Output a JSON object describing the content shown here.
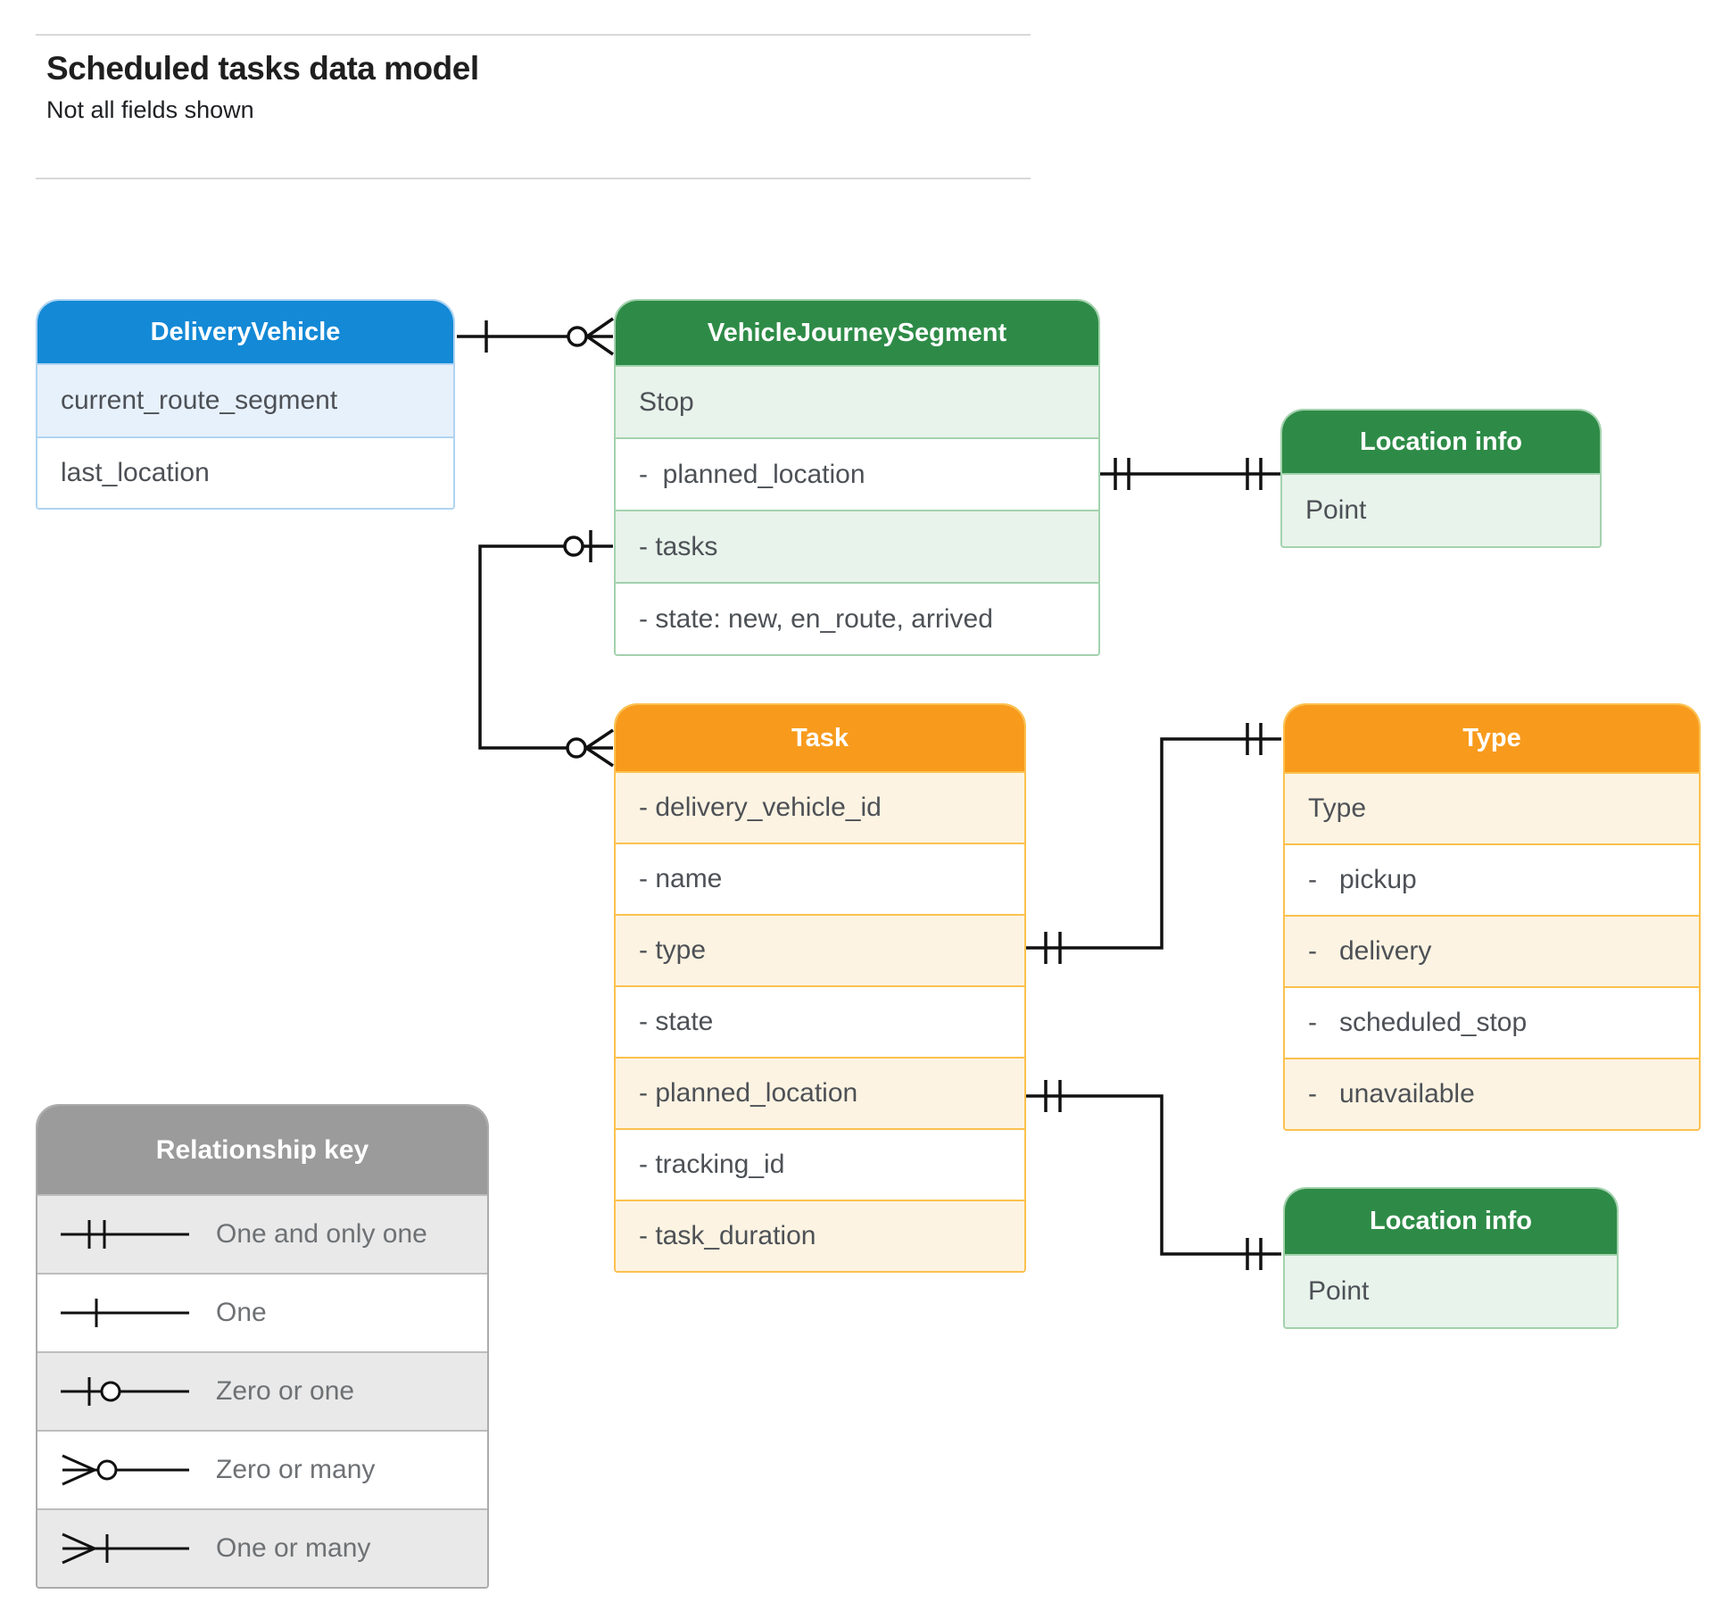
{
  "page": {
    "title": "Scheduled tasks data model",
    "subtitle": "Not all fields shown"
  },
  "colors": {
    "blue_header": "#1489d6",
    "blue_row": "#e7f1fc",
    "blue_border": "#afd4f1",
    "green_header": "#2e8b47",
    "green_row": "#e8f3eb",
    "green_border": "#a3d2ad",
    "orange_header": "#f89b1d",
    "orange_row": "#fdf3e2",
    "orange_border": "#fbc14e",
    "gray_header": "#9b9b9b",
    "gray_row": "#e9e9e9",
    "connector": "#111111",
    "row_text": "#4d5156",
    "title_text": "#1f1f1f"
  },
  "entities": {
    "delivery_vehicle": {
      "title": "DeliveryVehicle",
      "rows": [
        "current_route_segment",
        "last_location"
      ]
    },
    "vehicle_journey_segment": {
      "title": "VehicleJourneySegment",
      "rows": [
        "Stop",
        "-  planned_location",
        "- tasks",
        "- state: new, en_route, arrived"
      ]
    },
    "location_info_top": {
      "title": "Location info",
      "rows": [
        "Point"
      ]
    },
    "task": {
      "title": "Task",
      "rows": [
        "- delivery_vehicle_id",
        "- name",
        "- type",
        "- state",
        "- planned_location",
        "- tracking_id",
        "- task_duration"
      ]
    },
    "type": {
      "title": "Type",
      "rows": [
        "Type",
        "-   pickup",
        "-   delivery",
        "-   scheduled_stop",
        "-   unavailable"
      ]
    },
    "location_info_bottom": {
      "title": "Location info",
      "rows": [
        "Point"
      ]
    }
  },
  "relationships": [
    {
      "from": "DeliveryVehicle",
      "from_cardinality": "one",
      "to": "VehicleJourneySegment",
      "to_cardinality": "zero or many"
    },
    {
      "from": "VehicleJourneySegment.planned_location",
      "from_cardinality": "one and only one",
      "to": "Location info",
      "to_cardinality": "one and only one"
    },
    {
      "from": "VehicleJourneySegment.tasks",
      "from_cardinality": "zero or one",
      "to": "Task",
      "to_cardinality": "zero or many"
    },
    {
      "from": "Task.type",
      "from_cardinality": "one and only one",
      "to": "Type",
      "to_cardinality": "one and only one"
    },
    {
      "from": "Task.planned_location",
      "from_cardinality": "one and only one",
      "to": "Location info",
      "to_cardinality": "one and only one"
    }
  ],
  "legend": {
    "title": "Relationship key",
    "items": [
      {
        "symbol": "one-and-only-one",
        "label": "One and only one"
      },
      {
        "symbol": "one",
        "label": "One"
      },
      {
        "symbol": "zero-or-one",
        "label": "Zero or one"
      },
      {
        "symbol": "zero-or-many",
        "label": "Zero or many"
      },
      {
        "symbol": "one-or-many",
        "label": "One or many"
      }
    ]
  }
}
